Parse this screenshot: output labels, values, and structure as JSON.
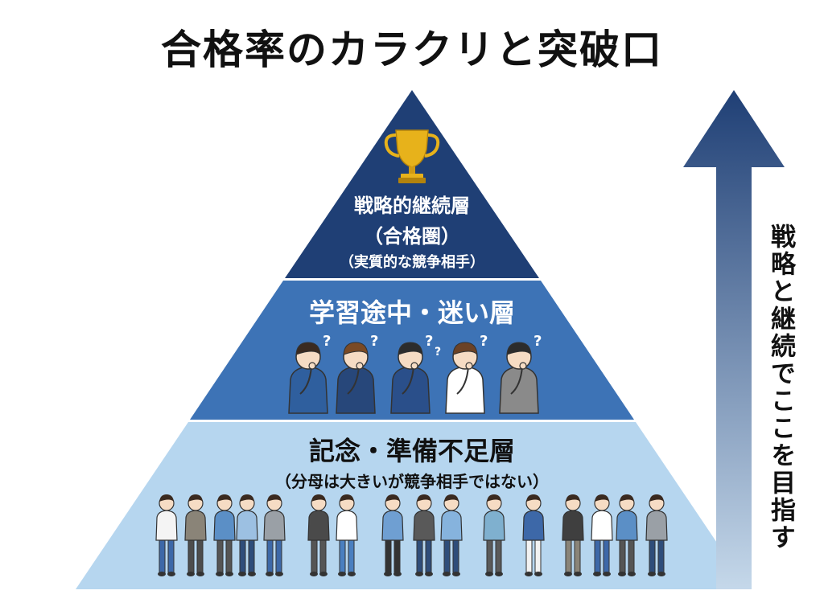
{
  "title": "合格率のカラクリと突破口",
  "tiers": {
    "top": {
      "label": "戦略的継続層",
      "sub1": "（合格圏）",
      "sub2": "（実質的な競争相手）"
    },
    "middle": {
      "label": "学習途中・迷い層"
    },
    "bottom": {
      "label": "記念・準備不足層",
      "sub": "（分母は大きいが競争相手ではない）"
    }
  },
  "arrow": {
    "label": "戦略と継続でここを目指す"
  },
  "colors": {
    "top": "#1f3f75",
    "middle": "#3d73b6",
    "bottom": "#b6d6ef",
    "arrow_top": "#1f3f75",
    "arrow_bottom": "#c5d8ea",
    "trophy": "#e7b21b"
  },
  "icons": {
    "trophy": "trophy-icon",
    "question": "question-mark-icon",
    "thinking_person": "thinking-person-icon",
    "standing_person": "standing-person-icon"
  }
}
